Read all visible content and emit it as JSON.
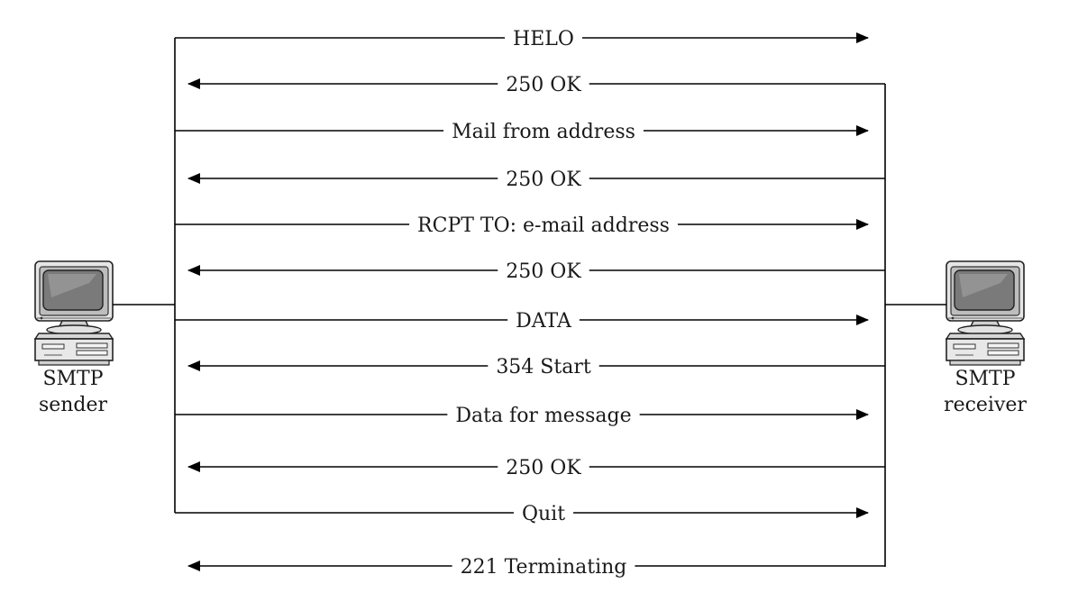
{
  "sender": {
    "label_lines": [
      "SMTP",
      "sender"
    ]
  },
  "receiver": {
    "label_lines": [
      "SMTP",
      "receiver"
    ]
  },
  "messages": [
    {
      "label": "HELO",
      "direction": "to-receiver"
    },
    {
      "label": "250 OK",
      "direction": "to-sender"
    },
    {
      "label": "Mail from address",
      "direction": "to-receiver"
    },
    {
      "label": "250 OK",
      "direction": "to-sender"
    },
    {
      "label": "RCPT TO: e-mail address",
      "direction": "to-receiver"
    },
    {
      "label": "250 OK",
      "direction": "to-sender"
    },
    {
      "label": "DATA",
      "direction": "to-receiver"
    },
    {
      "label": "354 Start",
      "direction": "to-sender"
    },
    {
      "label": "Data for message",
      "direction": "to-receiver"
    },
    {
      "label": "250 OK",
      "direction": "to-sender"
    },
    {
      "label": "Quit",
      "direction": "to-receiver"
    },
    {
      "label": "221 Terminating",
      "direction": "to-sender"
    }
  ]
}
